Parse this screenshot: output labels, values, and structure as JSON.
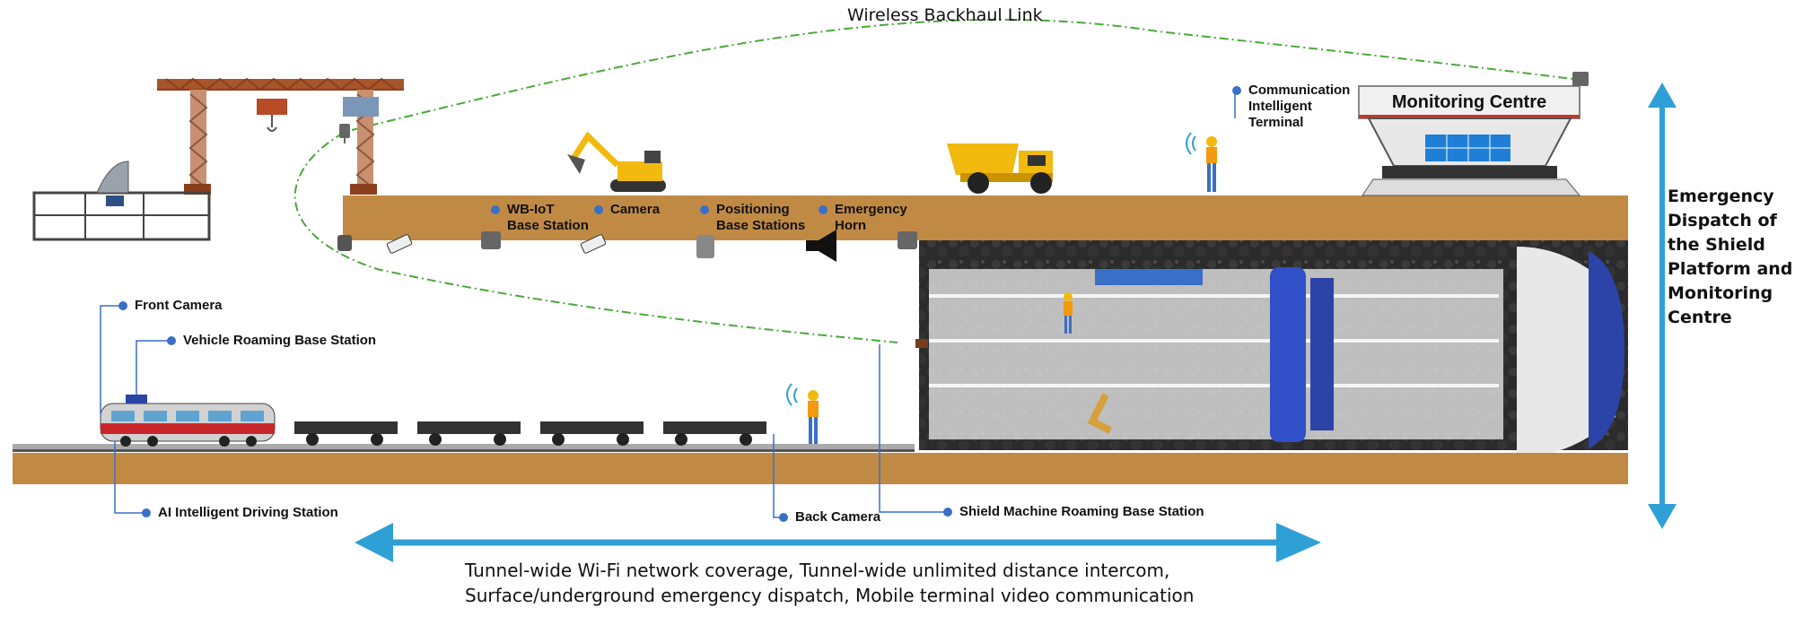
{
  "diagram": {
    "backhaul_label": "Wireless Backhaul Link",
    "monitoring_centre": "Monitoring Centre",
    "vertical_label": "Emergency\nDispatch of\nthe Shield\nPlatform and\nMonitoring\nCentre",
    "footer_text": "Tunnel-wide Wi-Fi network coverage, Tunnel-wide unlimited distance intercom, Surface/underground emergency dispatch, Mobile terminal video communication",
    "platform_labels": {
      "wb_iot": "WB-IoT\nBase Station",
      "camera": "Camera",
      "positioning": "Positioning\nBase Stations",
      "emergency_horn": "Emergency\nHorn"
    },
    "surface_labels": {
      "comm_terminal": "Communication\nIntelligent\nTerminal"
    },
    "tunnel_labels": {
      "front_camera": "Front Camera",
      "vehicle_roaming": "Vehicle Roaming Base Station",
      "ai_driving": "AI Intelligent Driving Station",
      "back_camera": "Back Camera",
      "shield_roaming": "Shield Machine Roaming Base Station"
    }
  },
  "colors": {
    "ground": "#c08a45",
    "arrow": "#2fa0d6",
    "link": "#4aa83a",
    "leader": "#3a6fc8",
    "tunnel_dark": "#2a2a2a"
  },
  "icons": [
    "gantry-crane-icon",
    "shaft-building-icon",
    "excavator-icon",
    "dump-truck-icon",
    "worker-icon",
    "antenna-icon",
    "camera-icon",
    "horn-icon",
    "positioning-station-icon",
    "train-icon",
    "shield-machine-icon",
    "monitoring-building-icon"
  ]
}
